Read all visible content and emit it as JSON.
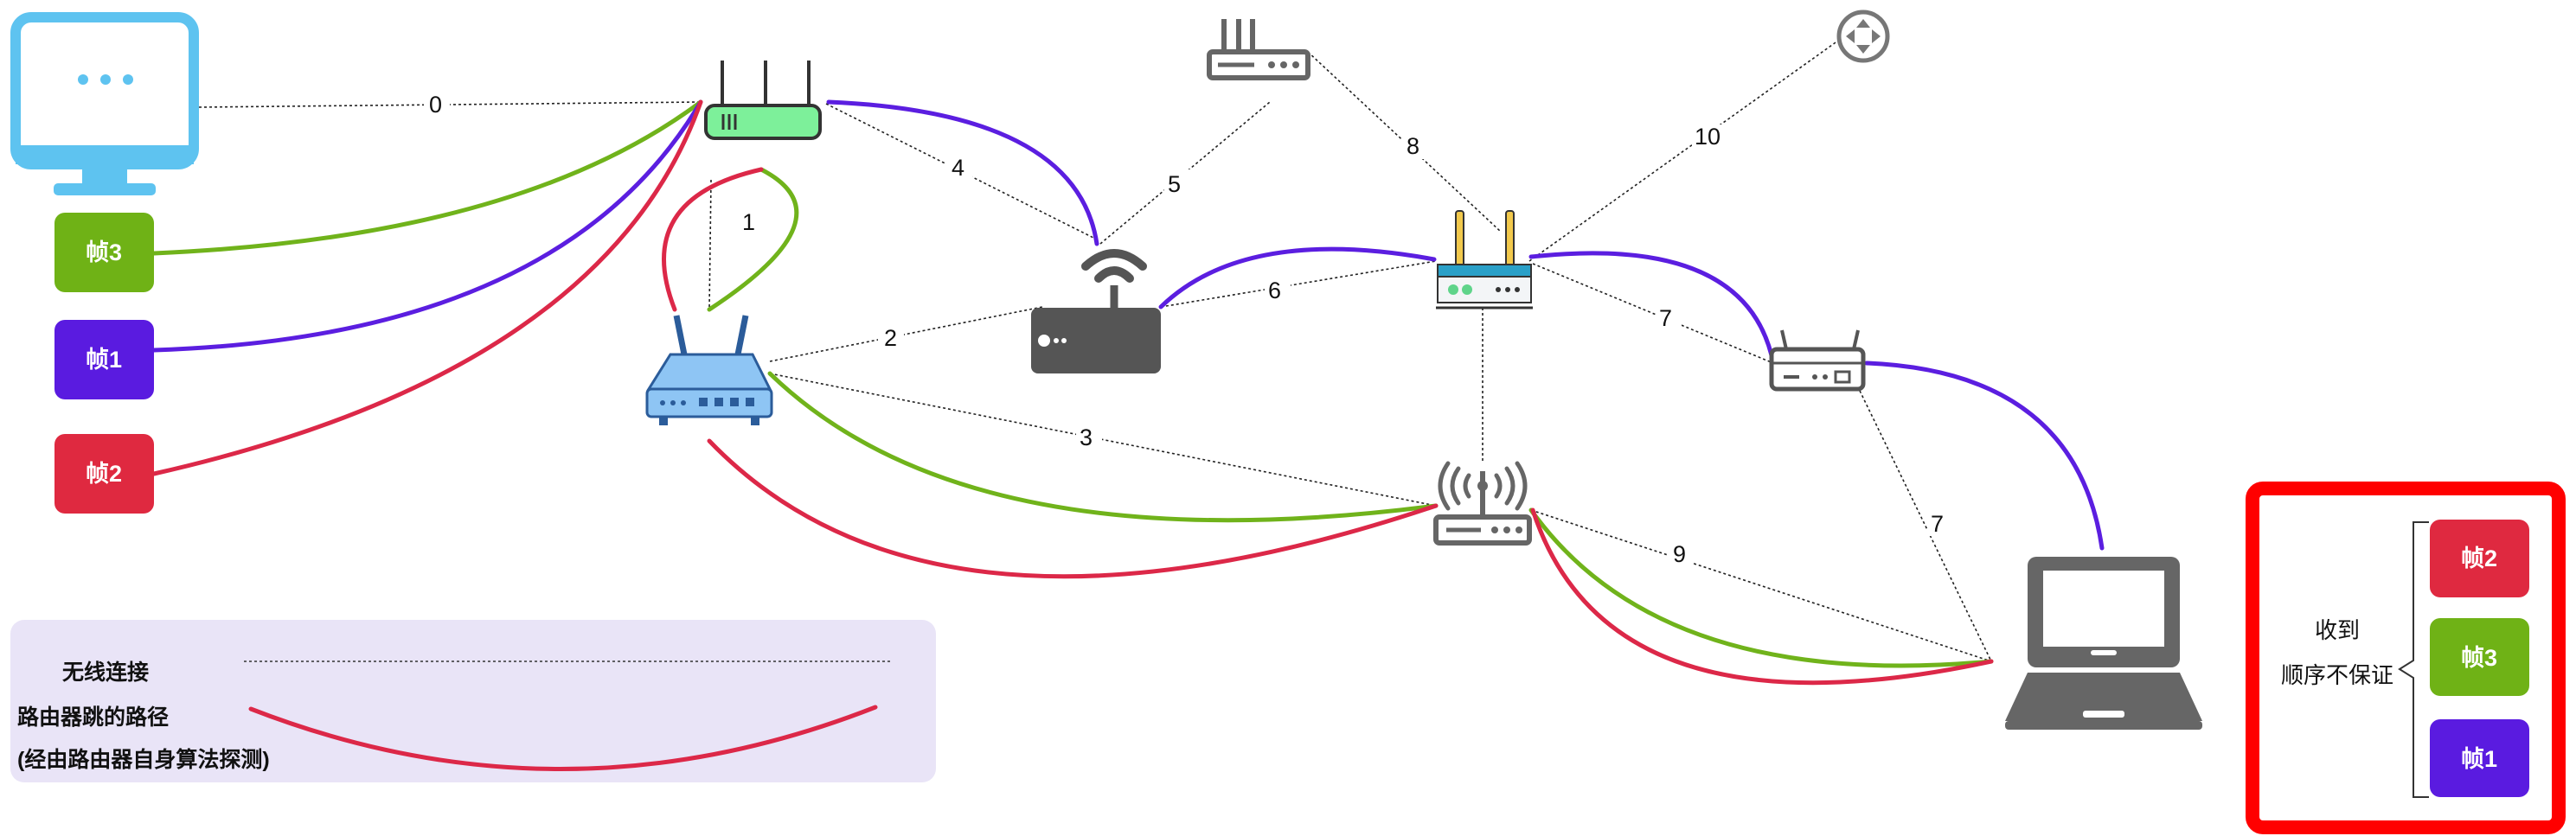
{
  "colors": {
    "wireless_link": "#222222",
    "path_green": "#70b31b",
    "path_purple": "#5b1ee0",
    "path_red": "#dc2848",
    "frame_green": "#6fb216",
    "frame_purple": "#5a1be0",
    "frame_red": "#df2940",
    "legend_bg": "#e9e4f7",
    "highlight_border": "#ff0000",
    "monitor": "#5ec3f0",
    "router_gray": "#666666",
    "router_blue": "#8ec5f4",
    "router_green": "#7df09a"
  },
  "nodes": [
    {
      "id": "monitor",
      "icon": "monitor-icon"
    },
    {
      "id": "router-green",
      "icon": "router-icon"
    },
    {
      "id": "router-blue",
      "icon": "wifi-router-icon"
    },
    {
      "id": "modem",
      "icon": "wifi-modem-icon"
    },
    {
      "id": "router-top",
      "icon": "router-icon"
    },
    {
      "id": "router-circle",
      "icon": "network-router-icon"
    },
    {
      "id": "router-teal",
      "icon": "router-icon"
    },
    {
      "id": "router-antenna",
      "icon": "antenna-router-icon"
    },
    {
      "id": "router-small",
      "icon": "router-icon"
    },
    {
      "id": "laptop",
      "icon": "laptop-icon"
    }
  ],
  "edges": {
    "e0": "0",
    "e1": "1",
    "e2": "2",
    "e3": "3",
    "e4": "4",
    "e5": "5",
    "e6": "6",
    "e7a": "7",
    "e7b": "7",
    "e8": "8",
    "e9": "9",
    "e10": "10"
  },
  "frames_left": [
    {
      "label": "帧3",
      "color": "green"
    },
    {
      "label": "帧1",
      "color": "purple"
    },
    {
      "label": "帧2",
      "color": "red"
    }
  ],
  "legend": {
    "wireless": "无线连接",
    "path_line1": "路由器跳的路径",
    "path_line2": "(经由路由器自身算法探测)"
  },
  "received": {
    "line1": "收到",
    "line2": "顺序不保证",
    "frames": [
      {
        "label": "帧2",
        "color": "red"
      },
      {
        "label": "帧3",
        "color": "green"
      },
      {
        "label": "帧1",
        "color": "purple"
      }
    ]
  }
}
